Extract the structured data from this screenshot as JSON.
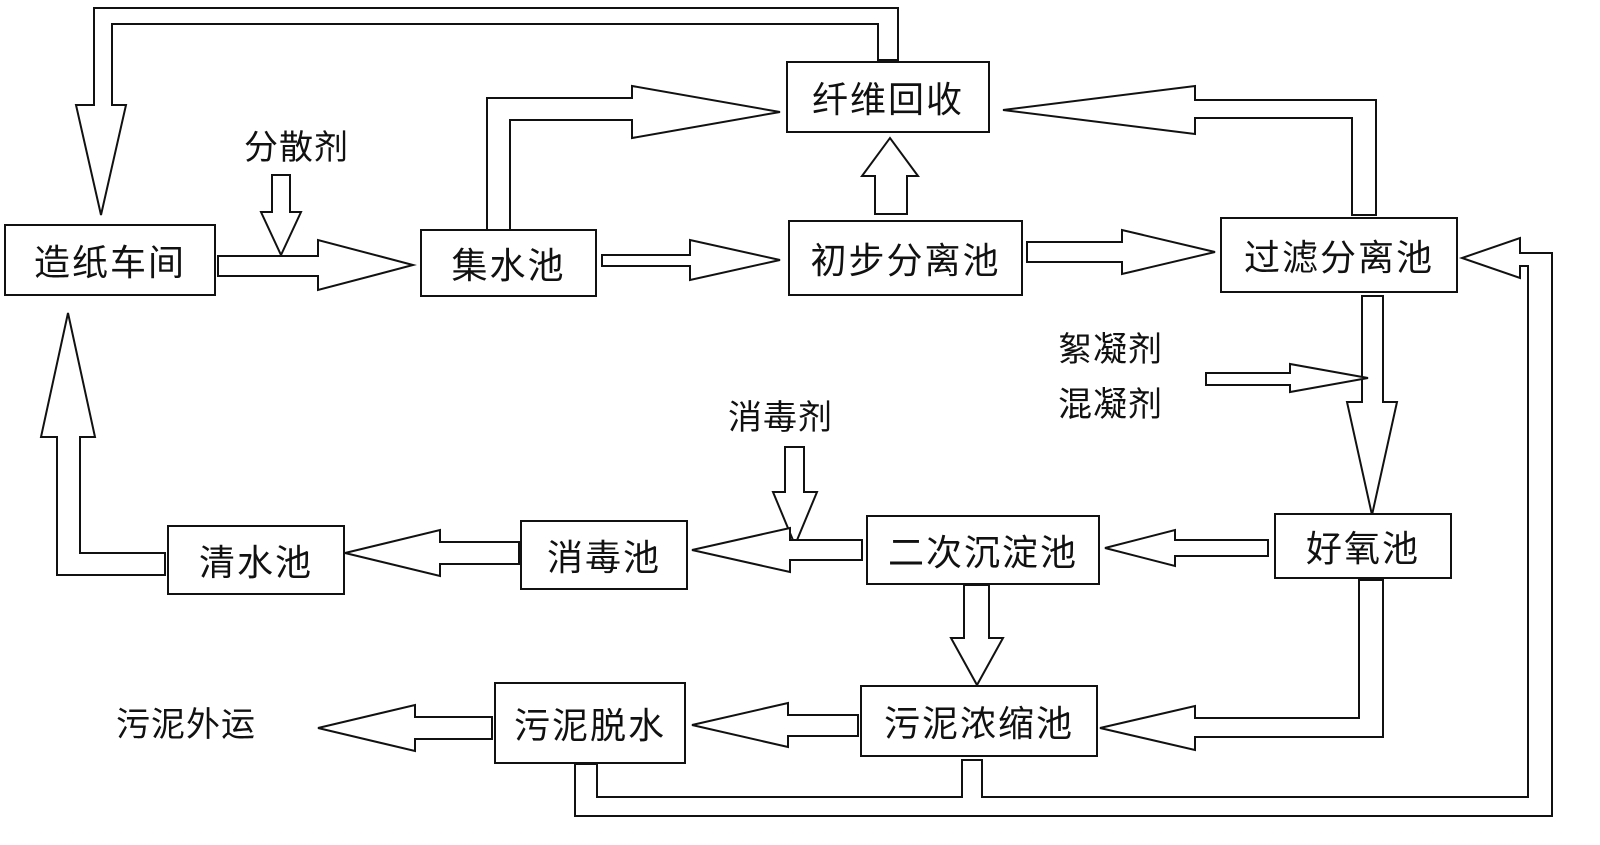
{
  "nodes": {
    "paper_workshop": "造纸车间",
    "collection_pool": "集水池",
    "primary_separation_pool": "初步分离池",
    "filter_separation_pool": "过滤分离池",
    "fiber_recovery": "纤维回收",
    "aerobic_pool": "好氧池",
    "secondary_sedimentation_pool": "二次沉淀池",
    "disinfection_pool": "消毒池",
    "clear_water_pool": "清水池",
    "sludge_thickening_pool": "污泥浓缩池",
    "sludge_dewatering": "污泥脱水"
  },
  "labels": {
    "dispersant": "分散剂",
    "flocculant": "絮凝剂",
    "coagulant": "混凝剂",
    "disinfectant": "消毒剂",
    "sludge_transport": "污泥外运"
  }
}
